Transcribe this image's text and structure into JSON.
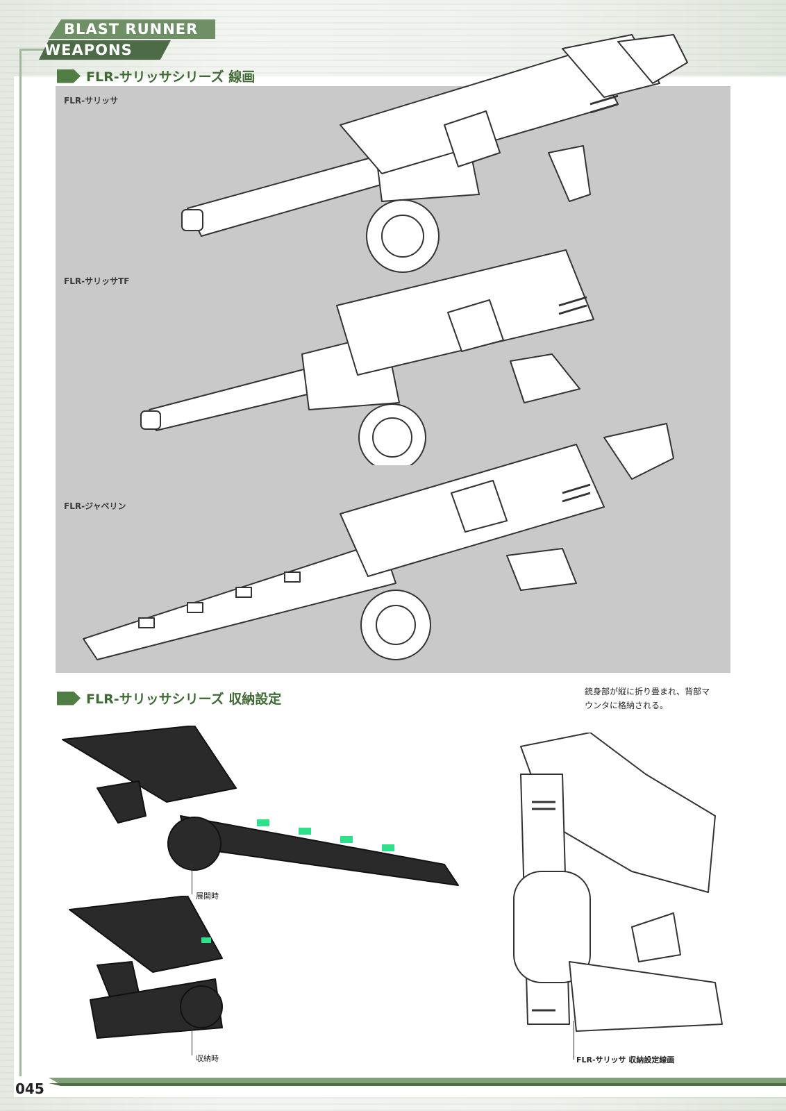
{
  "header": {
    "line1": "BLAST RUNNER",
    "line2": "WEAPONS"
  },
  "section1": {
    "title": "FLR-サリッサシリーズ 線画"
  },
  "weapons": [
    {
      "label": "FLR-サリッサ"
    },
    {
      "label": "FLR-サリッサTF"
    },
    {
      "label": "FLR-ジャベリン"
    }
  ],
  "section2": {
    "title": "FLR-サリッサシリーズ 収納設定"
  },
  "note": {
    "line1": "銃身部が縦に折り畳まれ、背部マ",
    "line2": "ウンタに格納される。"
  },
  "captions": {
    "deployed": "展開時",
    "stowed": "収納時",
    "lineart": "FLR-サリッサ 収納設定線画"
  },
  "page_number": "045",
  "colors": {
    "accent_green": "#4f7d43",
    "led_green": "#2ee08a",
    "panel_gray": "#c9c9c9"
  }
}
